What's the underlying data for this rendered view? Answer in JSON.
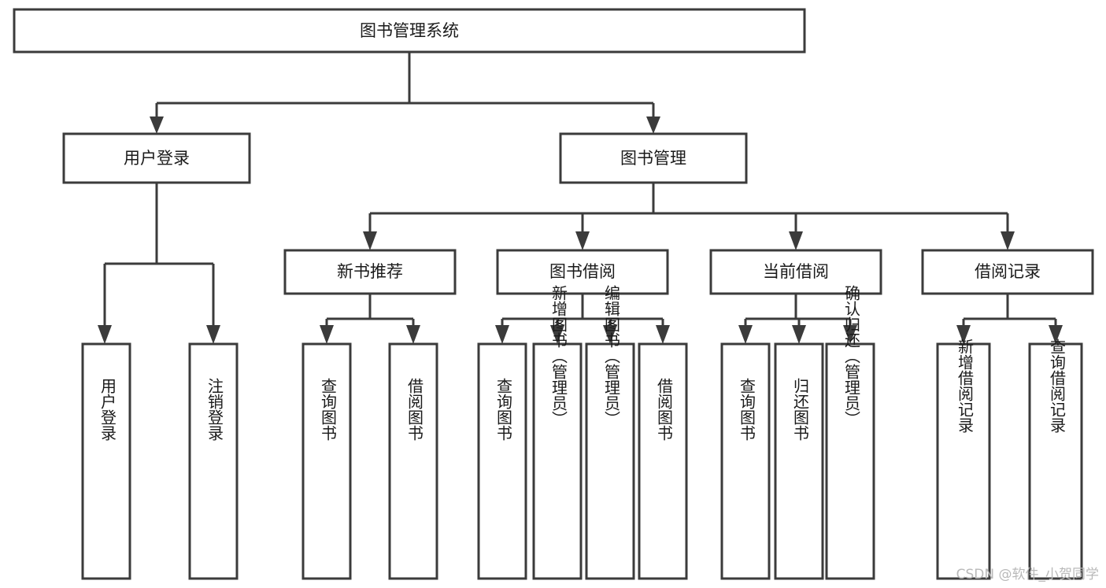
{
  "diagram": {
    "title": "图书管理系统",
    "type": "tree-structure-chart",
    "orientation": "top-down",
    "colors": {
      "box_stroke": "#3b3b3b",
      "box_fill": "#ffffff",
      "connector": "#3b3b3b",
      "label": "#1a1a1a",
      "watermark": "#b9b9b9",
      "background": "#ffffff"
    },
    "root": {
      "label": "图书管理系统"
    },
    "level2": [
      {
        "label": "用户登录"
      },
      {
        "label": "图书管理"
      }
    ],
    "level3": [
      {
        "label": "新书推荐"
      },
      {
        "label": "图书借阅"
      },
      {
        "label": "当前借阅"
      },
      {
        "label": "借阅记录"
      }
    ],
    "leaves": {
      "user_login": [
        {
          "label": "用户登录"
        },
        {
          "label": "注销登录"
        }
      ],
      "new_book_recommend": [
        {
          "label": "查询图书"
        },
        {
          "label": "借阅图书"
        }
      ],
      "book_borrow": [
        {
          "label": "查询图书"
        },
        {
          "label": "新增图书（管理员）"
        },
        {
          "label": "编辑图书（管理员）"
        },
        {
          "label": "借阅图书"
        }
      ],
      "current_borrow": [
        {
          "label": "查询图书"
        },
        {
          "label": "归还图书"
        },
        {
          "label": "确认归还（管理员）"
        }
      ],
      "borrow_record": [
        {
          "label": "新增借阅记录"
        },
        {
          "label": "查询借阅记录"
        }
      ]
    }
  },
  "watermark": {
    "text": "CSDN @软件_小贺同学"
  }
}
